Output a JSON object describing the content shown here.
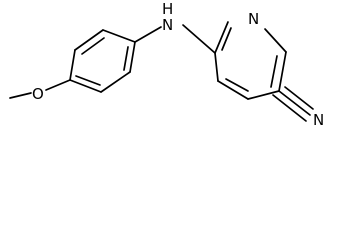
{
  "molecule": {
    "atoms": {
      "methoxy_oxygen": "O",
      "amine_nitrogen": "N",
      "amine_hydrogen": "H",
      "pyridine_nitrogen": "N",
      "nitrile_nitrogen": "N"
    }
  }
}
